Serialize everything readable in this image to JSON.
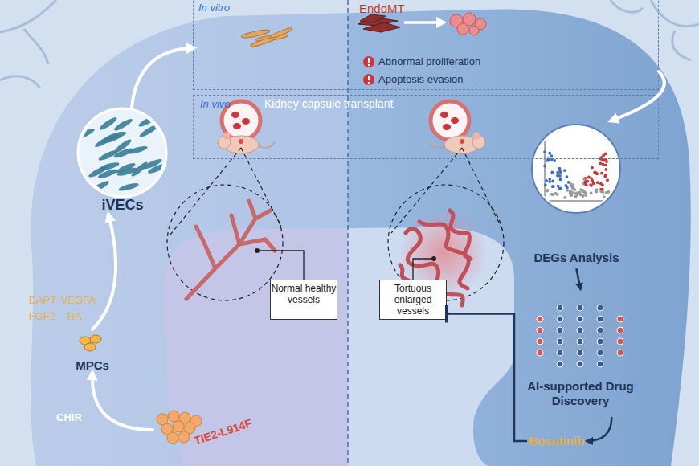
{
  "diagram": {
    "nodes": [
      {
        "text": [
          "In vitro"
        ]
      },
      {
        "text": [
          "In vivo",
          "Kidney capsule transplant"
        ]
      },
      {
        "text": [
          "iVECs"
        ]
      },
      {
        "text": [
          "MPCs"
        ]
      },
      {
        "text": [
          "TIE2-L914F"
        ]
      },
      {
        "text": [
          "Normal healthy vessels"
        ]
      },
      {
        "text": [
          "Tortuous enlarged vessels"
        ]
      },
      {
        "text": [
          "DEGs Analysis"
        ]
      },
      {
        "text": [
          "AI-supported Drug Discovery"
        ]
      },
      {
        "text": [
          "Bosutinib"
        ]
      }
    ],
    "edges": [
      {
        "from": 4,
        "to": 3,
        "arrow": "to",
        "label": "CHIR"
      },
      {
        "from": 3,
        "to": 2,
        "arrow": "to"
      },
      {
        "from": 2,
        "to": 0,
        "arrow": "to"
      },
      {
        "from": 0,
        "to": 7,
        "arrow": "to"
      },
      {
        "from": 7,
        "to": 8,
        "arrow": "to"
      },
      {
        "from": 8,
        "to": 9,
        "arrow": "to"
      },
      {
        "from": 9,
        "to": 6,
        "arrow": "to"
      }
    ],
    "labels": [
      "EndoMT",
      "Abnormal proliferation",
      "Apoptosis evasion",
      "DAPT",
      "VEGFA",
      "FGF2",
      "RA"
    ]
  }
}
